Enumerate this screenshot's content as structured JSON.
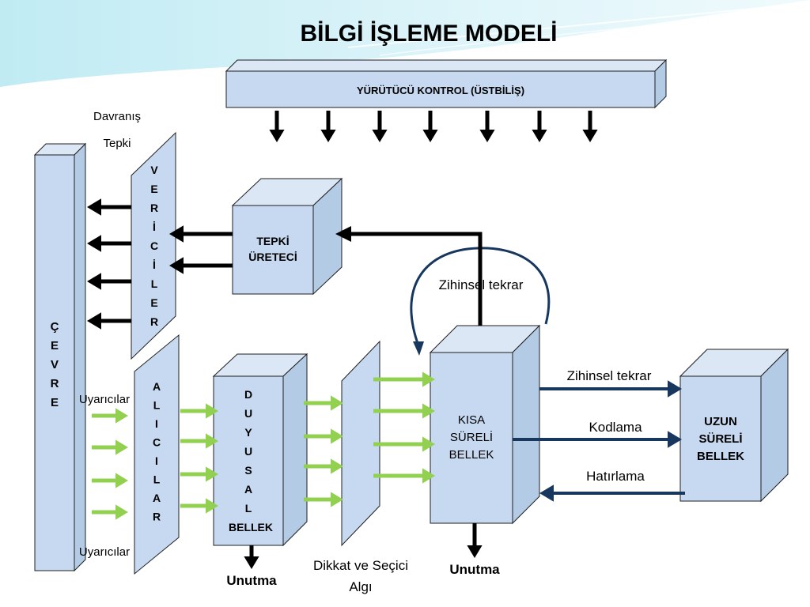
{
  "title": "BİLGİ İŞLEME MODELİ",
  "control_box": "YÜRÜTÜCÜ KONTROL (ÜSTBİLİŞ)",
  "labels": {
    "davranis": "Davranış",
    "tepki": "Tepki",
    "uyaricilar_top": "Uyarıcılar",
    "uyaricilar_bottom": "Uyarıcılar",
    "zihinsel_tekrar_loop": "Zihinsel tekrar",
    "zihinsel_tekrar_right": "Zihinsel tekrar",
    "kodlama": "Kodlama",
    "hatirlama": "Hatırlama",
    "unutma_duyusal": "Unutma",
    "unutma_kisa": "Unutma",
    "dikkat_line1": "Dikkat ve Seçici",
    "dikkat_line2": "Algı"
  },
  "cevre_letters": [
    "Ç",
    "E",
    "V",
    "R",
    "E"
  ],
  "vericiler_letters": [
    "V",
    "E",
    "R",
    "İ",
    "C",
    "İ",
    "L",
    "E",
    "R"
  ],
  "alicilar_letters": [
    "A",
    "L",
    "I",
    "C",
    "I",
    "L",
    "A",
    "R"
  ],
  "duyusal_letters": [
    "D",
    "U",
    "Y",
    "U",
    "S",
    "A",
    "L"
  ],
  "duyusal_last": "BELLEK",
  "tepki_ureteci": [
    "TEPKİ",
    "ÜRETECİ"
  ],
  "kisa_sureli": [
    "KISA",
    "SÜRELİ",
    "BELLEK"
  ],
  "uzun_sureli": [
    "UZUN",
    "SÜRELİ",
    "BELLEK"
  ],
  "colors": {
    "box_fill": "#c6d9f1",
    "box_side": "#b4cbe6",
    "box_stroke": "#1f1f1f",
    "green_arrow": "#92d050",
    "navy_arrow": "#17375e",
    "black_arrow": "#000000",
    "header_wave": "#7fd3e6"
  }
}
